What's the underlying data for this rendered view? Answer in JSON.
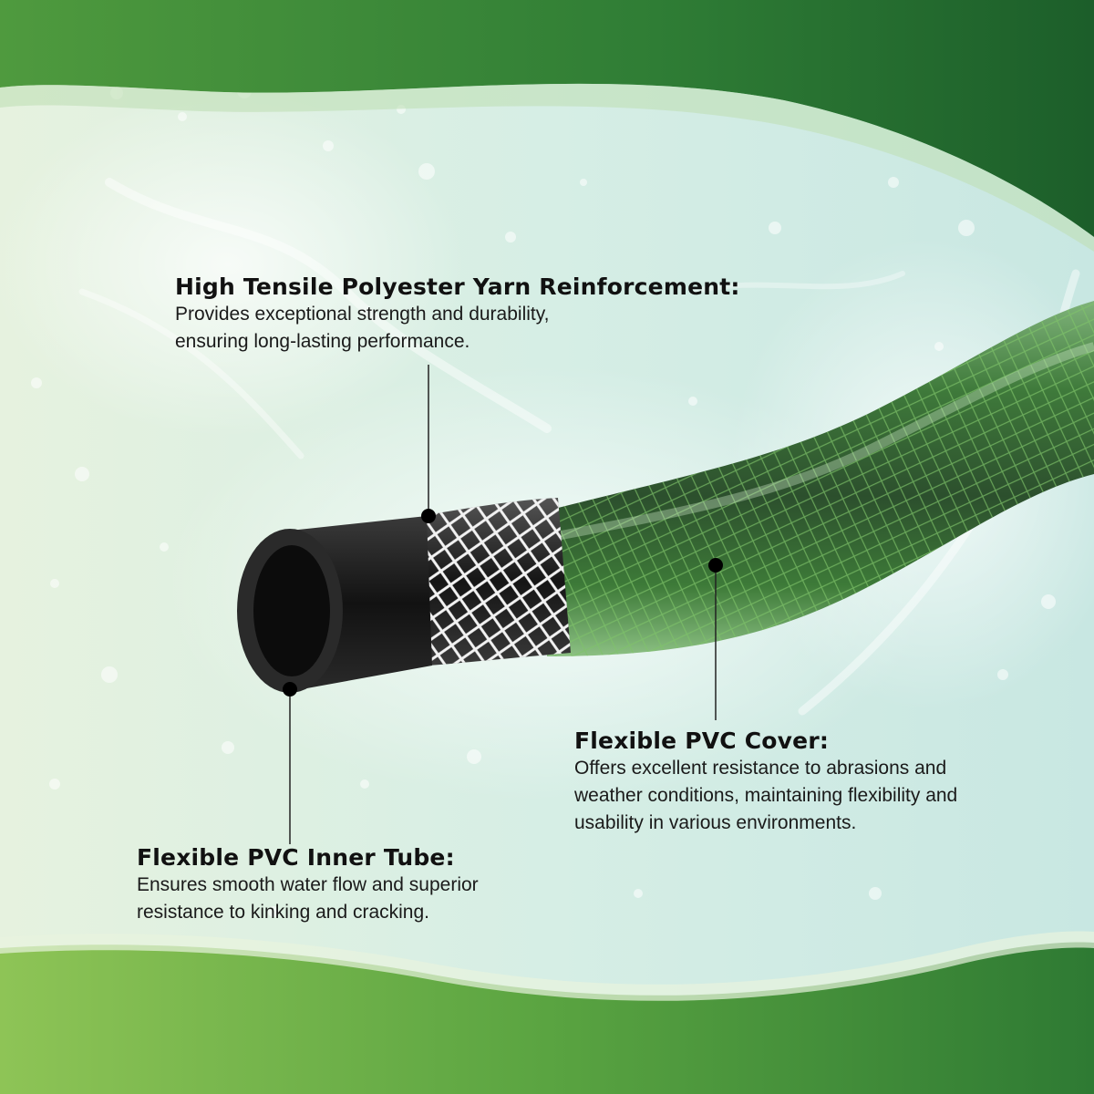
{
  "colors": {
    "band_dark_green": "#1f6b2c",
    "band_mid_green": "#3f8f3a",
    "band_light_green": "#8cc152",
    "background_mint": "#dcefe7",
    "hose_green": "#3d7a3a",
    "inner_tube_black": "#222222",
    "text": "#111111"
  },
  "graphic": {
    "subject": "garden-hose-cross-section",
    "layers": [
      "inner-tube",
      "polyester-yarn-braid",
      "pvc-cover"
    ]
  },
  "callouts": {
    "yarn": {
      "title": "High Tensile Polyester Yarn Reinforcement:",
      "lines": [
        "Provides exceptional strength and durability,",
        "ensuring long-lasting performance."
      ]
    },
    "cover": {
      "title": "Flexible PVC Cover:",
      "lines": [
        "Offers excellent resistance to abrasions and",
        "weather conditions, maintaining flexibility and",
        "usability in various environments."
      ]
    },
    "inner_tube": {
      "title": "Flexible PVC Inner Tube:",
      "lines": [
        "Ensures smooth water flow and superior",
        "resistance to kinking and cracking."
      ]
    }
  }
}
